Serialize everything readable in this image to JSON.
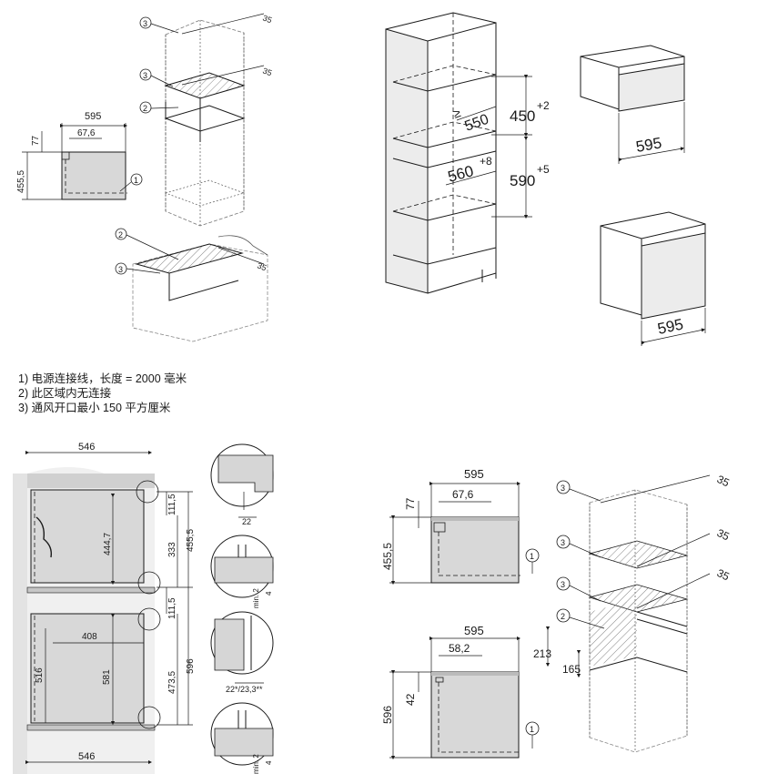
{
  "legend": [
    "1) 电源连接线，长度 = 2000 毫米",
    "2) 此区域内无连接",
    "3) 通风开口最小 150 平方厘米"
  ],
  "callouts": {
    "c1": "1",
    "c2": "2",
    "c3": "3"
  },
  "diagram_a": {
    "dims": {
      "width": "595",
      "offset": "67,6",
      "top": "77",
      "height": "455,5",
      "vent1": "35",
      "vent2": "35",
      "vent3": "35"
    }
  },
  "diagram_b": {
    "dims": {
      "top_h": "450",
      "top_h_tol": "+2",
      "depth": "550",
      "depth_prefix": "≥",
      "width": "560",
      "width_tol": "+8",
      "bottom_h": "590",
      "bottom_h_tol": "+5",
      "w1": "595",
      "w2": "595"
    }
  },
  "diagram_c": {
    "dims": {
      "top_w": "546",
      "bottom_w": "546",
      "h1": "444,7",
      "h2": "111,5",
      "h3": "455,5",
      "h4": "333",
      "h5": "111,5",
      "w408": "408",
      "h516": "516",
      "h581": "581",
      "h473": "473,5",
      "h596": "596",
      "d22": "22",
      "min2a": "min. 2",
      "four_a": "4",
      "d22b": "22*/23,3**",
      "min2b": "min. 2",
      "four_b": "4"
    }
  },
  "diagram_d": {
    "dims": {
      "w1": "595",
      "off1": "67,6",
      "top1": "77",
      "h1": "455,5",
      "w2": "595",
      "off2": "58,2",
      "top2": "42",
      "h2": "596",
      "h213": "213",
      "h165": "165",
      "v1": "35",
      "v2": "35",
      "v3": "35"
    }
  }
}
